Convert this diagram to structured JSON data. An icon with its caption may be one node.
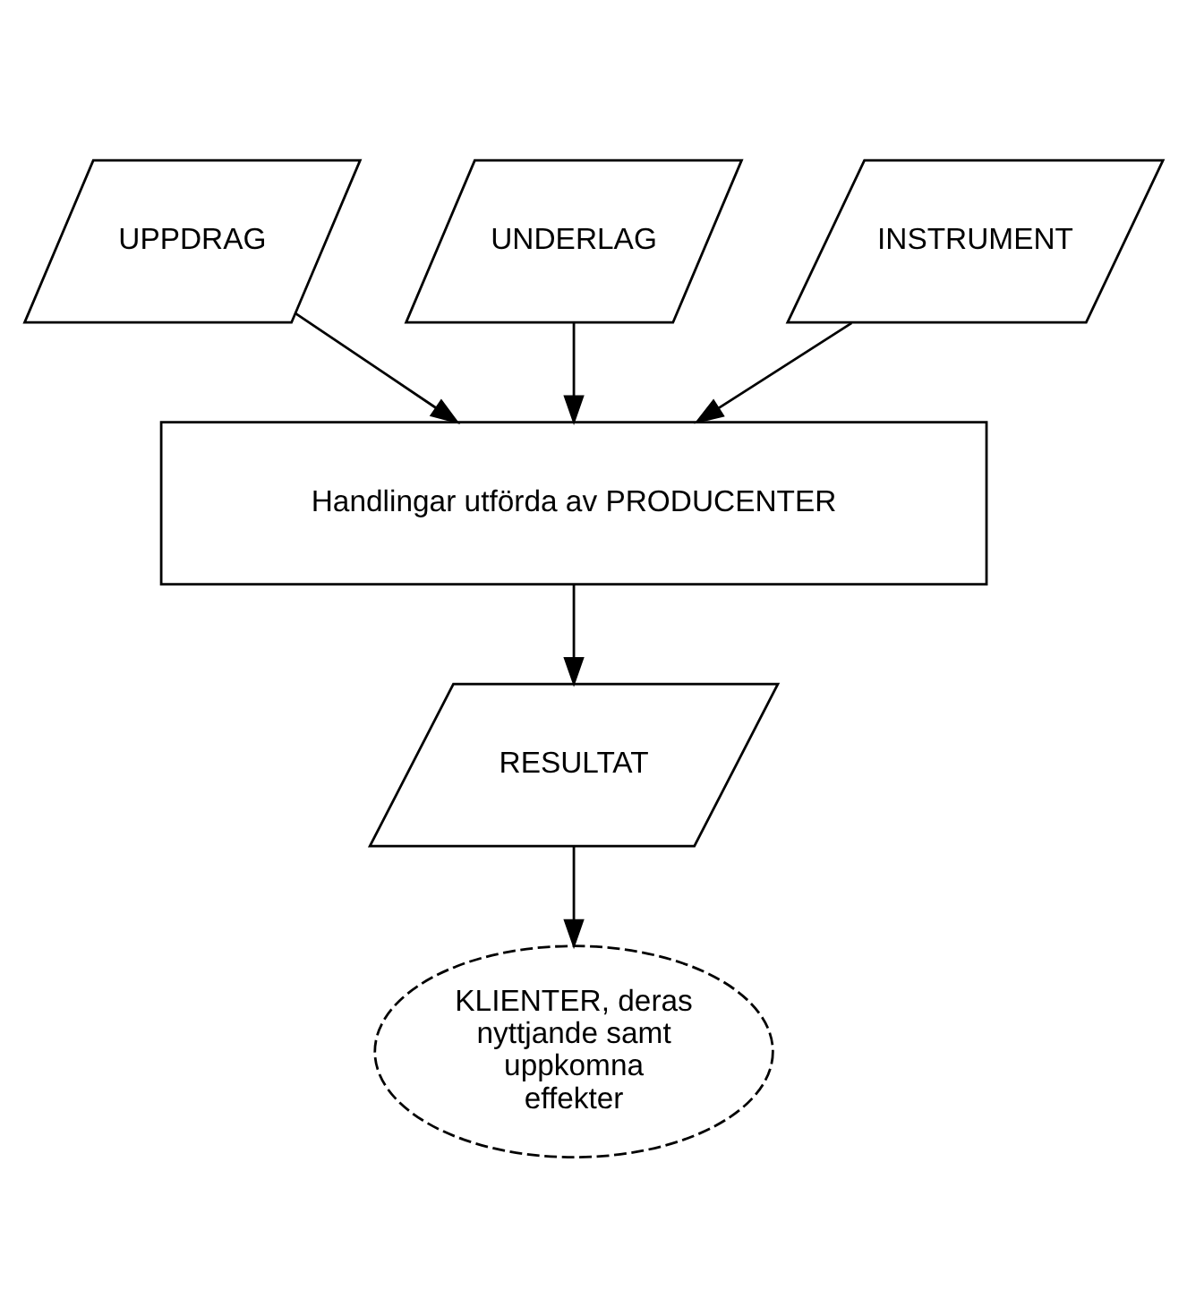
{
  "diagram": {
    "nodes": [
      {
        "text": [
          "UPPDRAG"
        ]
      },
      {
        "text": [
          "UNDERLAG"
        ]
      },
      {
        "text": [
          "INSTRUMENT"
        ]
      },
      {
        "text": [
          "Handlingar utförda av PRODUCENTER"
        ]
      },
      {
        "text": [
          "RESULTAT"
        ]
      },
      {
        "text": [
          "KLIENTER, deras nyttjande samt uppkomna effekter"
        ]
      }
    ],
    "edges": [
      {
        "from": 0,
        "to": 3,
        "arrow": "to"
      },
      {
        "from": 1,
        "to": 3,
        "arrow": "to"
      },
      {
        "from": 2,
        "to": 3,
        "arrow": "to"
      },
      {
        "from": 3,
        "to": 4,
        "arrow": "to"
      },
      {
        "from": 4,
        "to": 5,
        "arrow": "to"
      }
    ]
  }
}
